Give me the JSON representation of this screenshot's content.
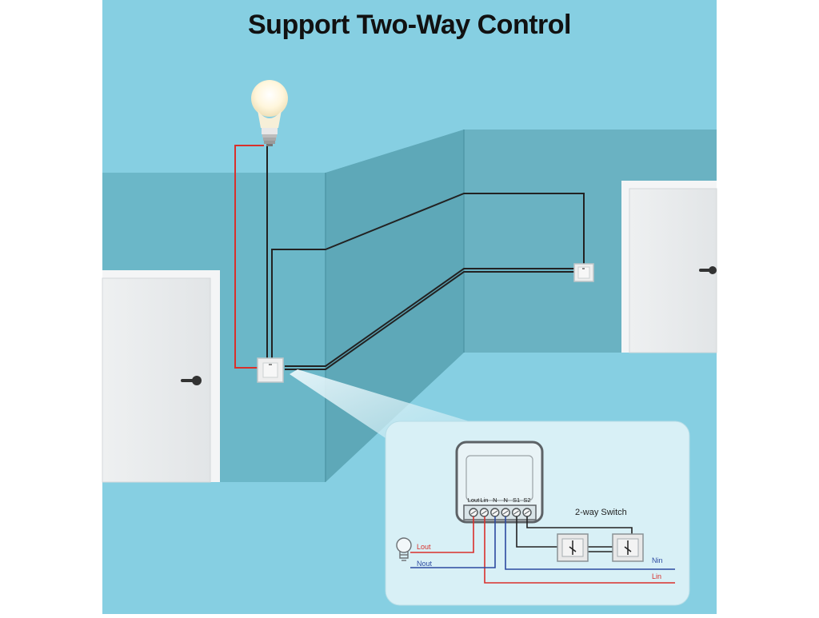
{
  "title": "Support Two-Way Control",
  "module": {
    "terminals": [
      "Lout",
      "Lin",
      "N",
      "N",
      "S1",
      "S2"
    ]
  },
  "wiring": {
    "switch_label": "2-way Switch",
    "lout": "Lout",
    "nout": "Nout",
    "nin": "Nin",
    "lin": "Lin"
  },
  "colors": {
    "background": "#86cfe2",
    "wall_left": "#6bb7c8",
    "wall_mid": "#5ea8b8",
    "wall_right": "#6ab2c2",
    "wire_red": "#d9302b",
    "wire_blue": "#2c4aa0",
    "wire_black": "#222222"
  }
}
